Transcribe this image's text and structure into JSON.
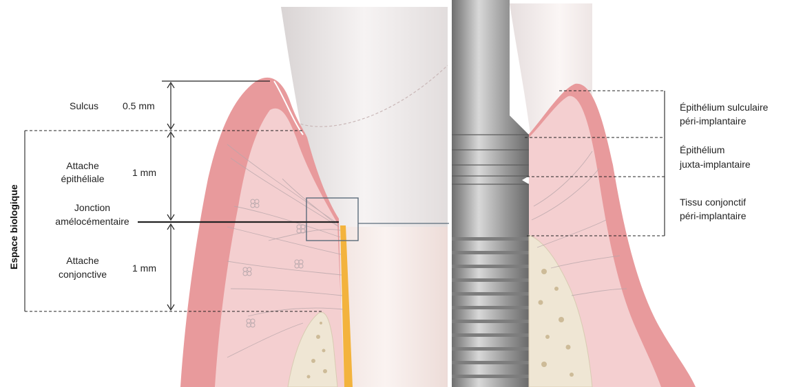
{
  "diagram": {
    "left_panel": {
      "vertical_label": "Espace biologique",
      "zones": [
        {
          "name_lines": [
            "Sulcus"
          ],
          "measure": "0.5 mm"
        },
        {
          "name_lines": [
            "Attache",
            "épithéliale"
          ],
          "measure": "1 mm"
        },
        {
          "name_lines": [
            "Jonction",
            "amélocémentaire"
          ],
          "measure": ""
        },
        {
          "name_lines": [
            "Attache",
            "conjonctive"
          ],
          "measure": "1 mm"
        }
      ]
    },
    "right_panel": {
      "zones": [
        {
          "name_lines": [
            "Épithélium sulculaire",
            "péri-implantaire"
          ]
        },
        {
          "name_lines": [
            "Épithélium",
            "juxta-implantaire"
          ]
        },
        {
          "name_lines": [
            "Tissu conjonctif",
            "péri-implantaire"
          ]
        }
      ]
    },
    "colors": {
      "gingiva_outer": "#e89a9c",
      "gingiva_inner": "#f4cfd0",
      "tooth_crown": "#eae6e6",
      "root": "#f3e7e3",
      "cementum": "#f3b33d",
      "bone": "#efe6d4",
      "implant": "#9a9a9a",
      "annotation_line": "#222222"
    }
  }
}
